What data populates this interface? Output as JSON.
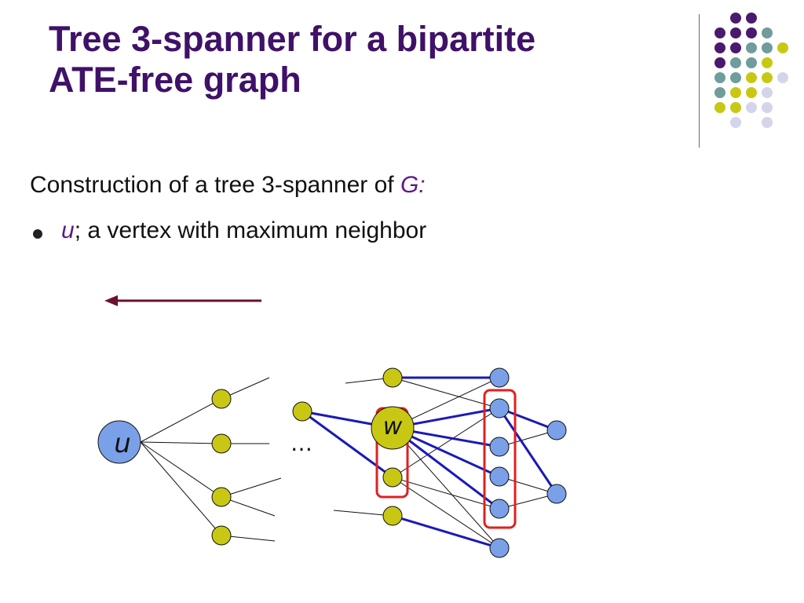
{
  "slide": {
    "title_line1": "Tree 3-spanner for a bipartite",
    "title_line2": "ATE-free graph",
    "intro_text": "Construction of a tree 3-spanner of ",
    "intro_var": "G:",
    "bullet_var": "u",
    "bullet_text": "; a vertex with maximum neighbor"
  },
  "diagram": {
    "node_u_label": "u",
    "node_w_label": "w",
    "ellipsis": "…"
  },
  "colors": {
    "title": "#3f1168",
    "purple_dot": "#4a1a6e",
    "teal_dot": "#6f9c9c",
    "yellow_dot": "#c8c814",
    "lavender_dot": "#d4d4ea",
    "yellow_node": "#c8c814",
    "blue_node": "#7aa0e8",
    "blue_edge": "#1a1ab8",
    "red_box": "#e02020",
    "arrow": "#6b1030"
  }
}
